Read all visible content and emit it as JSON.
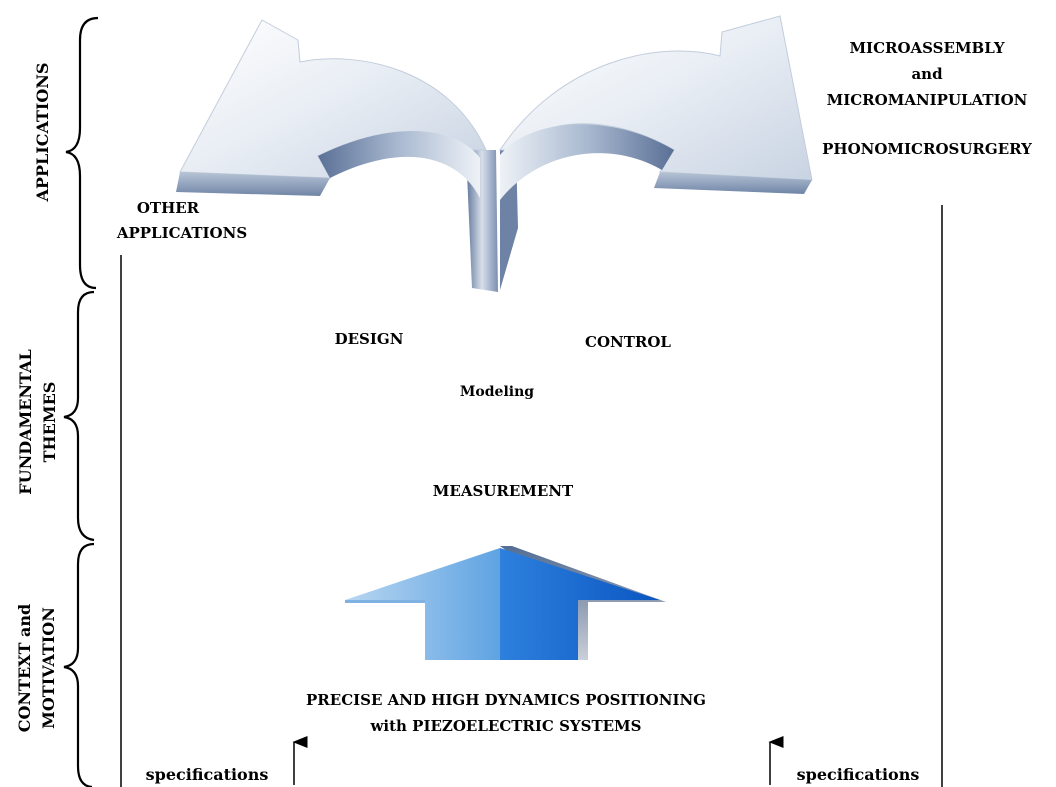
{
  "sections": {
    "applications": "APPLICATIONS",
    "fundamental_line1": "FUNDAMENTAL",
    "fundamental_line2": "THEMES",
    "context_line1": "CONTEXT and",
    "context_line2": "MOTIVATION"
  },
  "applications": {
    "microassembly": "MICROASSEMBLY",
    "and": "and",
    "micromanipulation": "MICROMANIPULATION",
    "phonomicrosurgery": "PHONOMICROSURGERY",
    "other_line1": "OTHER",
    "other_line2": "APPLICATIONS"
  },
  "themes": {
    "design": "DESIGN",
    "control": "CONTROL",
    "modeling": "Modeling",
    "measurement": "MEASUREMENT"
  },
  "context": {
    "line1": "PRECISE AND HIGH DYNAMICS POSITIONING",
    "line2": "with PIEZOELECTRIC SYSTEMS"
  },
  "specifications": {
    "left": "specifications",
    "right": "specifications"
  },
  "colors": {
    "arrow_light": "#e6ebf2",
    "arrow_mid": "#a9b9d0",
    "arrow_dark": "#5a7096",
    "up_arrow_light": "#9cc6ec",
    "up_arrow_dark": "#0b5cc8",
    "up_arrow_shadow": "#07254f"
  }
}
